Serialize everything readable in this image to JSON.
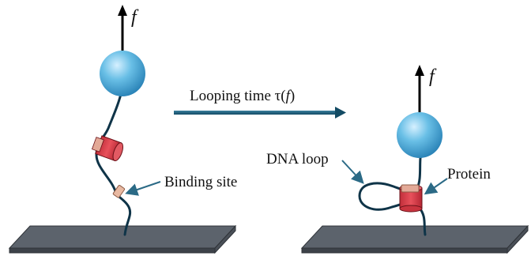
{
  "left": {
    "force_label": "f",
    "binding_site_label": "Binding site"
  },
  "middle": {
    "looping_label_prefix": "Looping time ",
    "looping_label_tau": "τ",
    "looping_label_open": "(",
    "looping_label_f": "f",
    "looping_label_close": ")"
  },
  "right": {
    "force_label": "f",
    "dna_loop_label": "DNA loop",
    "protein_label": "Protein"
  },
  "colors": {
    "surface_top": "#5c636c",
    "surface_side": "#3d4249",
    "dna": "#0f3448",
    "bead": "#5fb0d8",
    "protein": "#d9404a",
    "binding_site": "#e8b9a2",
    "pointer": "#2b6a86",
    "arrow": "#1d5671"
  }
}
